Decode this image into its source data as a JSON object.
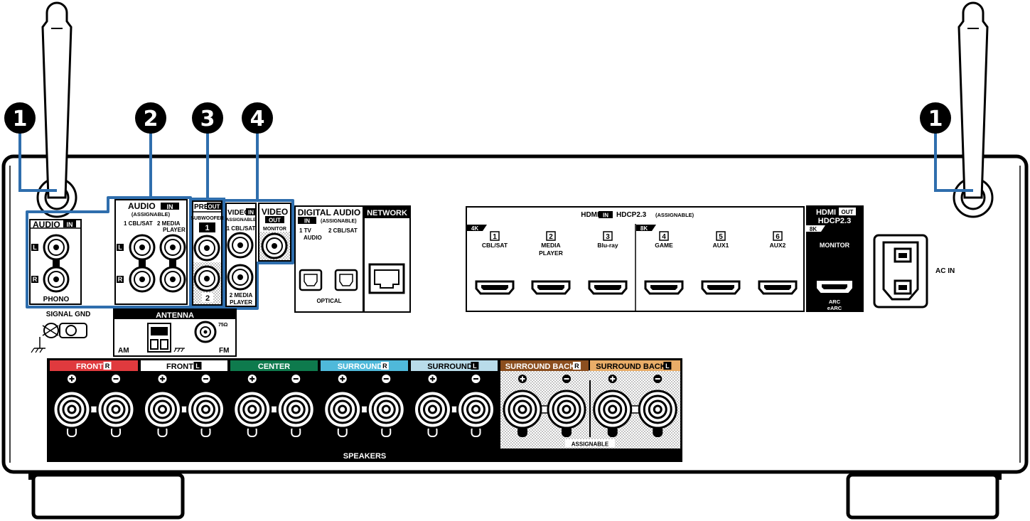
{
  "callouts": [
    "1",
    "2",
    "3",
    "4"
  ],
  "phono": {
    "title": "AUDIO",
    "in_tag": "IN",
    "l": "L",
    "r": "R",
    "label": "PHONO"
  },
  "audio_in": {
    "title": "AUDIO",
    "in_tag": "IN",
    "sub": "(ASSIGNABLE)",
    "ch1": "1 CBL/SAT",
    "ch2": "2  MEDIA",
    "ch2b": "PLAYER",
    "l": "L",
    "r": "R"
  },
  "preout": {
    "title": "PRE",
    "out_tag": "OUT",
    "sub": "SUBWOOFER",
    "p1": "1",
    "p2": "2"
  },
  "video_in": {
    "title": "VIDEO",
    "in_tag": "IN",
    "sub": "ASSIGNABLE",
    "ch1": "1 CBL/SAT",
    "ch2": "2 MEDIA",
    "ch2b": "PLAYER"
  },
  "video_out": {
    "title": "VIDEO",
    "out_tag": "OUT",
    "sub": "MONITOR"
  },
  "digital": {
    "title": "DIGITAL AUDIO",
    "in_tag": "IN",
    "sub": "(ASSIGNABLE)",
    "ch1": "1  TV",
    "ch1b": "AUDIO",
    "ch2": "2 CBL/SAT",
    "label": "OPTICAL"
  },
  "network": {
    "title": "NETWORK"
  },
  "hdmi_in": {
    "title": "HDMI",
    "in_tag": "IN",
    "hdcp": "HDCP2.3",
    "sub": "(ASSIGNABLE)",
    "tag4k": "4K",
    "tag8k": "8K",
    "ports": [
      {
        "num": "1",
        "l1": "CBL/SAT",
        "l2": ""
      },
      {
        "num": "2",
        "l1": "MEDIA",
        "l2": "PLAYER"
      },
      {
        "num": "3",
        "l1": "Blu-ray",
        "l2": ""
      },
      {
        "num": "4",
        "l1": "GAME",
        "l2": ""
      },
      {
        "num": "5",
        "l1": "AUX1",
        "l2": ""
      },
      {
        "num": "6",
        "l1": "AUX2",
        "l2": ""
      }
    ]
  },
  "hdmi_out": {
    "title": "HDMI",
    "out_tag": "OUT",
    "hdcp": "HDCP2.3",
    "tag8k": "8K",
    "monitor": "MONITOR",
    "arc": "ARC",
    "earc": "eARC"
  },
  "ac_in": "AC IN",
  "signal_gnd": "SIGNAL GND",
  "antenna": {
    "title": "ANTENNA",
    "am": "AM",
    "fm": "FM",
    "ohm": "75Ω"
  },
  "speakers": {
    "label": "SPEAKERS",
    "assignable": "ASSIGNABLE",
    "channels": [
      {
        "name": "FRONT",
        "side": "R",
        "color": "#e03a3e"
      },
      {
        "name": "FRONT",
        "side": "L",
        "color": "#ffffff"
      },
      {
        "name": "CENTER",
        "side": "",
        "color": "#0e7a4d"
      },
      {
        "name": "SURROUND",
        "side": "R",
        "color": "#4fb9da"
      },
      {
        "name": "SURROUND",
        "side": "L",
        "color": "#b9dcea"
      },
      {
        "name": "SURROUND BACK",
        "side": "R",
        "color": "#8c4f1f"
      },
      {
        "name": "SURROUND BACK",
        "side": "L",
        "color": "#e9ad68"
      }
    ]
  },
  "colors": {
    "callout_blue": "#2f6ead",
    "panel_black": "#000000"
  }
}
